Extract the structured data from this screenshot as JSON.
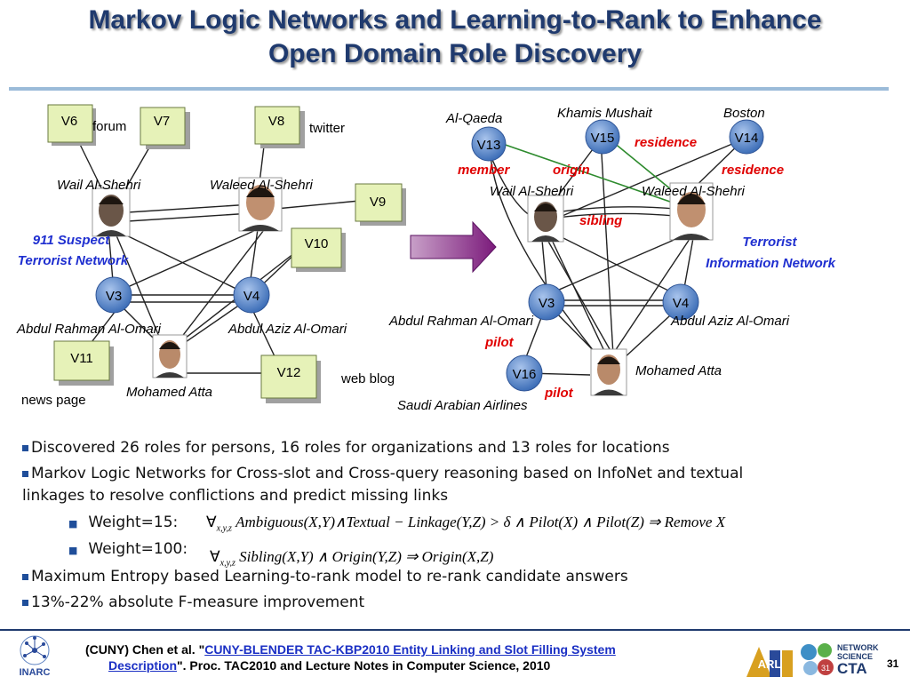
{
  "slide": {
    "title_line1": "Markov Logic Networks and Learning-to-Rank to Enhance",
    "title_line2": "Open Domain Role Discovery"
  },
  "left_network": {
    "caption_line1": "911 Suspect",
    "caption_line2": "Terrorist Network",
    "documents": [
      {
        "id": "V6",
        "source": "forum"
      },
      {
        "id": "V7",
        "source": ""
      },
      {
        "id": "V8",
        "source": "twitter"
      },
      {
        "id": "V9",
        "source": ""
      },
      {
        "id": "V10",
        "source": ""
      },
      {
        "id": "V11",
        "source": "news page"
      },
      {
        "id": "V12",
        "source": "web blog"
      }
    ],
    "nodes": [
      {
        "id": "V3",
        "label": "Abdul Rahman Al-Omari"
      },
      {
        "id": "V4",
        "label": "Abdul Aziz Al-Omari"
      }
    ],
    "people": [
      "Wail Al-Shehri",
      "Waleed Al-Shehri",
      "Mohamed Atta"
    ]
  },
  "right_network": {
    "caption_line1": "Terrorist",
    "caption_line2": "Information Network",
    "nodes": [
      {
        "id": "V13",
        "label": "Al-Qaeda"
      },
      {
        "id": "V15",
        "label": "Khamis Mushait"
      },
      {
        "id": "V14",
        "label": "Boston"
      },
      {
        "id": "V3",
        "label": "Abdul Rahman Al-Omari"
      },
      {
        "id": "V4",
        "label": "Abdul Aziz Al-Omari"
      },
      {
        "id": "V16",
        "label": "Saudi Arabian Airlines"
      }
    ],
    "people": [
      "Wail Al-Shehri",
      "Waleed Al-Shehri",
      "Mohamed Atta"
    ],
    "relations": [
      "member",
      "origin",
      "residence",
      "residence",
      "sibling",
      "pilot",
      "pilot"
    ]
  },
  "bullets": {
    "b1": "Discovered 26 roles for persons, 16 roles for organizations and 13 roles for locations",
    "b2_line1": "Markov Logic Networks for Cross-slot and Cross-query reasoning based on InfoNet and textual",
    "b2_line2": "linkages to resolve conflictions and predict missing links",
    "sub1": "Weight=15:",
    "sub2": "Weight=100:",
    "b3": "Maximum Entropy based Learning-to-rank model to re-rank candidate answers",
    "b4": "13%-22% absolute F-measure improvement"
  },
  "formulas": {
    "f1_quant": "x,y,z",
    "f1_body": "Ambiguous(X,Y)∧Textual − Linkage(Y,Z) > δ ∧ Pilot(X) ∧ Pilot(Z) ⇒ Remove X",
    "f2_quant": "x,y,z",
    "f2_body": "Sibling(X,Y) ∧ Origin(Y,Z) ⇒ Origin(X,Z)"
  },
  "footer": {
    "citation_prefix": "(CUNY) Chen et al.  \"",
    "citation_link1": "CUNY-BLENDER TAC-KBP2010 Entity Linking and Slot Filling System",
    "citation_link2": "Description",
    "citation_suffix": "\". Proc. TAC2010 and Lecture Notes in Computer Science, 2010",
    "page_number": "31",
    "logo_inarc": "INARC",
    "logo_network": "NETWORK",
    "logo_science": "SCIENCE",
    "logo_cta": "CTA",
    "logo_arl": "ARL",
    "logo_small": "31"
  },
  "colors": {
    "title": "#1f3a6e",
    "node_blue": "#4f81bd",
    "doc_green": "#e6f2b8",
    "relation_red": "#e00000",
    "caption_blue": "#1f2fd0",
    "arrow_purple": "#7b1a7b",
    "green_edge": "#2e8b2e"
  }
}
